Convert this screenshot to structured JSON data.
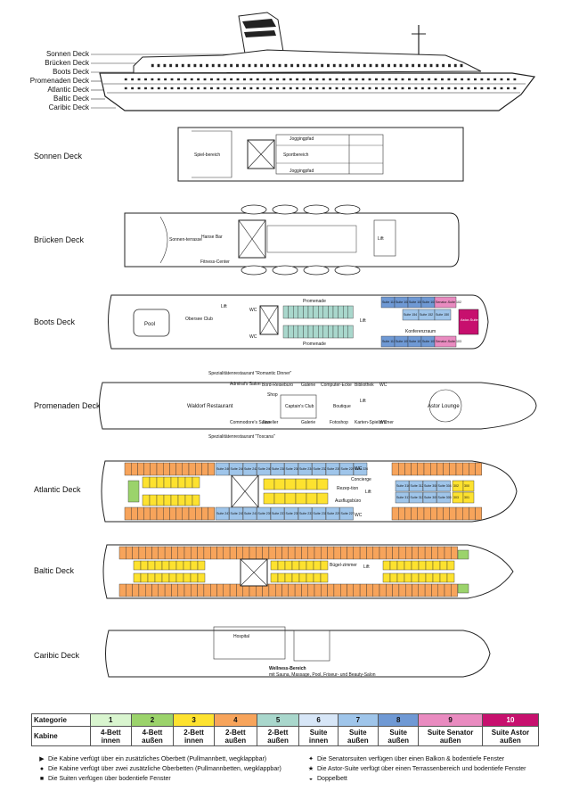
{
  "side_view": {
    "labels": [
      "Sonnen Deck",
      "Brücken Deck",
      "Boots Deck",
      "Promenaden Deck",
      "Atlantic Deck",
      "Baltic Deck",
      "Caribic Deck"
    ]
  },
  "decks": {
    "sonnen": {
      "label": "Sonnen Deck",
      "areas": {
        "jogging_top": "Joggingpfad",
        "jogging_bottom": "Joggingpfad",
        "sport": "Sportbereich",
        "spiel": "Spiel-bereich"
      }
    },
    "bruecken": {
      "label": "Brücken Deck",
      "areas": {
        "terrasse": "Sonnen-terrasse",
        "hanse": "Hanse Bar",
        "fitness": "Fitness-Center",
        "lift": "Lift"
      }
    },
    "boots": {
      "label": "Boots Deck",
      "areas": {
        "pool": "Pool",
        "obersee": "Obersee Club",
        "lift1": "Lift",
        "wc1": "WC",
        "wc2": "WC",
        "promenade_top": "Promenade",
        "promenade_bottom": "Promenade",
        "lift2": "Lift",
        "konferenz": "Konferenzraum"
      },
      "suites_top": [
        "Suite 110",
        "Suite 108",
        "Suite 106",
        "Suite 104",
        "Senator-Suite 102"
      ],
      "suites_mid": [
        "Suite 154",
        "Suite 152",
        "Suite 150"
      ],
      "suites_bottom": [
        "Suite 111",
        "Suite 109",
        "Suite 107",
        "Suite 105",
        "Senator-Suite 103"
      ],
      "astor": "Astor-Suite 101"
    },
    "promenaden": {
      "label": "Promenaden Deck",
      "areas": {
        "spez_top": "Spezialitätenrestaurant \"Romantic Dinner\"",
        "admirals": "Admiral's Salon",
        "reisebuero": "Bord-Reisebüro",
        "galerie_top": "Galerie",
        "computer": "Computer-Ecke",
        "bibliothek": "Bibliothek",
        "wc_top": "WC",
        "waldorf": "Waldorf Restaurant",
        "shop": "Shop",
        "captains": "Captain's Club",
        "boutique": "Boutique",
        "lift": "Lift",
        "astor_lounge": "Astor Lounge",
        "commodore": "Commodore's Salon",
        "juwelier": "Juwelier",
        "galerie_bottom": "Galerie",
        "fotoshop": "Fotoshop",
        "karten": "Karten-Spielzimmer",
        "wc_bottom": "WC",
        "spez_bottom": "Spezialitätenrestaurant \"Toscana\""
      }
    },
    "atlantic": {
      "label": "Atlantic Deck",
      "suites_top": [
        "Suite 246",
        "Suite 244",
        "Suite 242",
        "Suite 240",
        "Suite 238",
        "Suite 236",
        "Suite 234",
        "Suite 232",
        "Suite 230",
        "Suite 228",
        "Suite 226"
      ],
      "suites_bottom": [
        "Suite 247",
        "Suite 243",
        "Suite 241",
        "Suite 239",
        "Suite 237",
        "Suite 235",
        "Suite 233",
        "Suite 231",
        "Suite 229",
        "Suite 227"
      ],
      "suites_fwd": [
        "Suite 316",
        "Suite 312",
        "Suite 308",
        "Suite 304",
        "Suite 317",
        "Suite 313",
        "Suite 309",
        "Suite 305"
      ],
      "fwd_cabins": [
        "302",
        "300",
        "303",
        "301"
      ],
      "areas": {
        "rezeption": "Rezep-tion",
        "concierge": "Concierge",
        "ausflug": "Ausflugsbüro",
        "lift": "Lift",
        "wc_top": "WC",
        "wc_bottom": "WC"
      }
    },
    "baltic": {
      "label": "Baltic Deck",
      "areas": {
        "buegel": "Bügel-zimmer",
        "lift": "Lift"
      }
    },
    "caribic": {
      "label": "Caribic Deck",
      "areas": {
        "hospital": "Hospital",
        "wellness_title": "Wellness-Bereich",
        "wellness_text": "mit Sauna, Massage, Pool, Friseur- und Beauty-Salon"
      }
    }
  },
  "legend": {
    "header_label": "Kategorie",
    "row_label": "Kabine",
    "categories": [
      {
        "num": "1",
        "color": "#d9f5cf",
        "text": "4-Bett innen"
      },
      {
        "num": "2",
        "color": "#9bd36b",
        "text": "4-Bett außen"
      },
      {
        "num": "3",
        "color": "#fde22f",
        "text": "2-Bett innen"
      },
      {
        "num": "4",
        "color": "#f7a45b",
        "text": "2-Bett außen"
      },
      {
        "num": "5",
        "color": "#a9d7cc",
        "text": "2-Bett außen"
      },
      {
        "num": "6",
        "color": "#d7e6f7",
        "text": "Suite innen"
      },
      {
        "num": "7",
        "color": "#9fc5ea",
        "text": "Suite außen"
      },
      {
        "num": "8",
        "color": "#6f99d4",
        "text": "Suite außen"
      },
      {
        "num": "9",
        "color": "#e98bc0",
        "text": "Suite Senator außen"
      },
      {
        "num": "10",
        "color": "#c7106e",
        "text": "Suite Astor außen"
      }
    ]
  },
  "notes": {
    "n1": "Die Kabine verfügt über ein zusätzliches Oberbett (Pullmannbett, wegklappbar)",
    "n2": "Die Kabine verfügt über zwei zusätzliche Oberbetten (Pullmannbetten, wegklappbar)",
    "n3": "Die Suiten verfügen über bodentiefe Fenster",
    "n4": "Die Senatorsuiten verfügen über einen Balkon & bodentiefe Fenster",
    "n5": "Die Astor-Suite verfügt über einen Terrassenbereich und bodentiefe Fenster",
    "n6": "Doppelbett"
  }
}
